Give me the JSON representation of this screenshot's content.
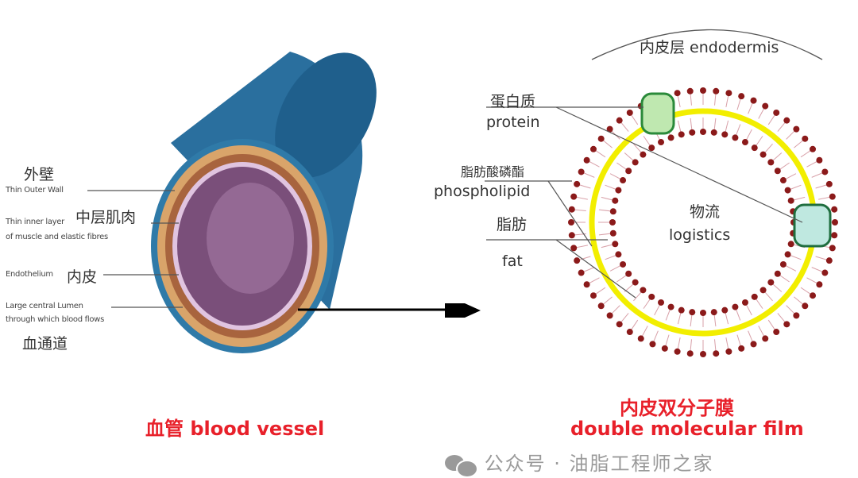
{
  "vessel": {
    "outer_wall_cn": "外壁",
    "outer_wall_en": "Thin Outer Wall",
    "middle_cn": "中层肌肉",
    "middle_en_1": "Thin inner layer",
    "middle_en_2": "of muscle and elastic fibres",
    "endothelium_en": "Endothelium",
    "endothelium_cn": "内皮",
    "lumen_en_1": "Large central Lumen",
    "lumen_en_2": "through which blood flows",
    "lumen_cn": "血通道",
    "caption": "血管 blood vessel"
  },
  "membrane": {
    "endodermis": "内皮层 endodermis",
    "protein_cn": "蛋白质",
    "protein_en": "protein",
    "phospholipid_cn": "脂肪酸磷酯",
    "phospholipid_en": "phospholipid",
    "fat_cn": "脂肪",
    "fat_en": "fat",
    "center_cn": "物流",
    "center_en": "logistics",
    "caption_cn": "内皮双分子膜",
    "caption_en": "double molecular film"
  },
  "watermark": {
    "text": "公众号 · 油脂工程师之家",
    "icon": "wechat-icon"
  },
  "colors": {
    "blue": "#2a6f9e",
    "tan": "#d9a46a",
    "purple": "#7a4f7a",
    "dot": "#8b1a1a",
    "yellow": "#f2ee00",
    "red": "#e8202a"
  }
}
